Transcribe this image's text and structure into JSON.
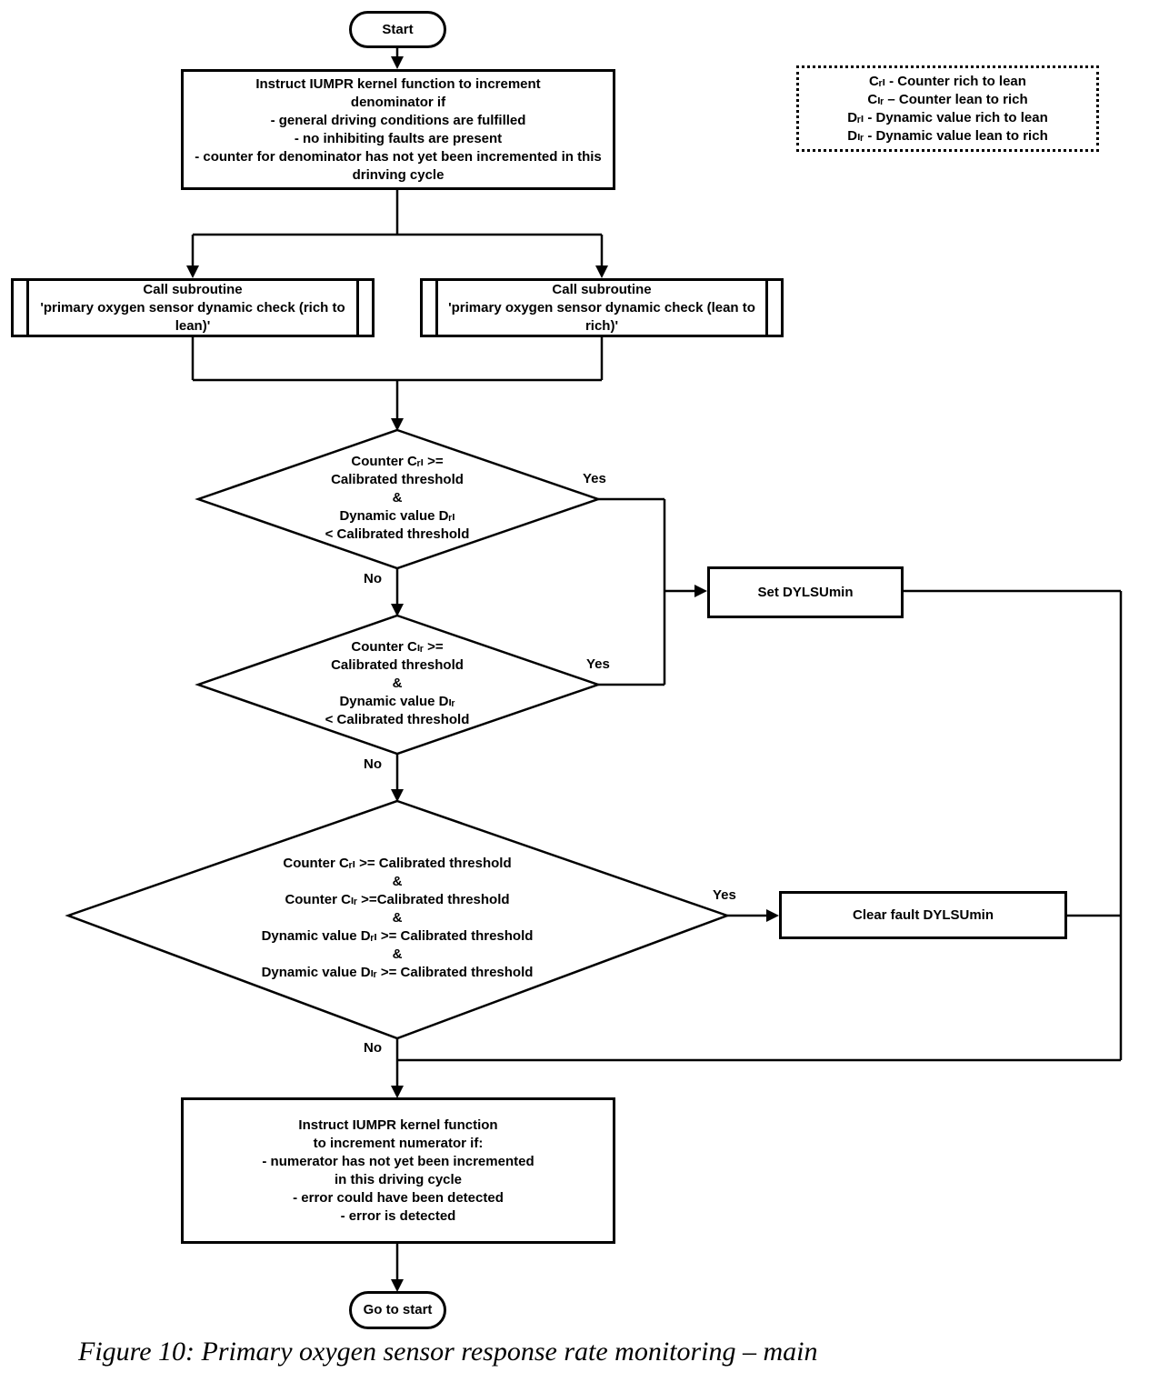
{
  "figure": {
    "caption": "Figure 10: Primary oxygen sensor response rate monitoring – main"
  },
  "colors": {
    "line": "#000000",
    "background": "#ffffff",
    "text": "#000000"
  },
  "legend": {
    "items": [
      "Cᵣₗ - Counter rich to lean",
      "Cₗᵣ – Counter lean to rich",
      "Dᵣₗ - Dynamic value rich to lean",
      "Dₗᵣ - Dynamic value lean to rich"
    ]
  },
  "nodes": {
    "start": "Start",
    "instruct_denominator": "Instruct IUMPR kernel function to increment\ndenominator if\n- general driving conditions are fulfilled\n- no inhibiting faults are present\n- counter for denominator has not yet been incremented in this\ndrinving cycle",
    "call_rich_to_lean": "Call subroutine\n'primary oxygen sensor dynamic check (rich to\nlean)'",
    "call_lean_to_rich": "Call subroutine\n'primary oxygen sensor dynamic check (lean to\nrich)'",
    "decision_rl": "Counter Cᵣₗ >=\nCalibrated threshold\n&\nDynamic value Dᵣₗ\n< Calibrated threshold",
    "decision_lr": "Counter Cₗᵣ >=\nCalibrated threshold\n&\nDynamic value Dₗᵣ\n< Calibrated threshold",
    "decision_all": "Counter Cᵣₗ >= Calibrated threshold\n&\nCounter Cₗᵣ >=Calibrated threshold\n&\nDynamic value Dᵣₗ >= Calibrated threshold\n&\nDynamic value Dₗᵣ >= Calibrated threshold",
    "set_fault": "Set DYLSUmin",
    "clear_fault": "Clear fault DYLSUmin",
    "instruct_numerator": "Instruct IUMPR kernel function\nto increment numerator if:\n- numerator has not yet been incremented\nin this driving cycle\n- error could have been detected\n- error is detected",
    "go_to_start": "Go to start"
  },
  "edge_labels": {
    "d1_yes": "Yes",
    "d1_no": "No",
    "d2_yes": "Yes",
    "d2_no": "No",
    "d3_yes": "Yes",
    "d3_no": "No"
  }
}
